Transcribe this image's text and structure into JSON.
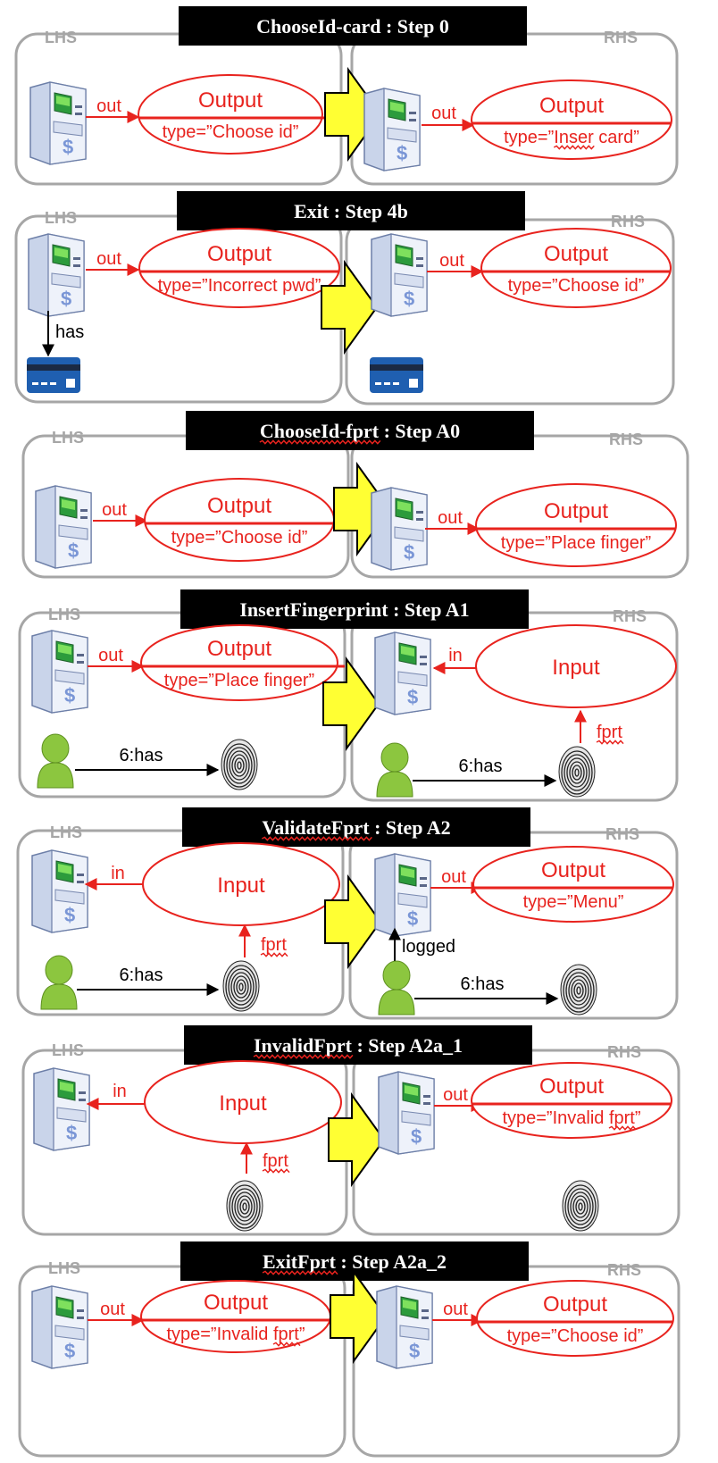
{
  "labels": {
    "lhs": "LHS",
    "rhs": "RHS"
  },
  "colors": {
    "red": "#e8231e",
    "panel_border": "#a6a6a6",
    "arrow_fill": "#ffff33",
    "header_bg": "#000000",
    "person": "#8cc63f",
    "card": "#1f5fb0"
  },
  "rules": [
    {
      "id": "r0",
      "title_parts": [
        {
          "text": "ChooseId-card",
          "squiggle": false
        },
        {
          "text": " : Step 0",
          "squiggle": false
        }
      ],
      "lhs": {
        "output": {
          "title": "Output",
          "type": "type=”Choose id”"
        },
        "edge": "out"
      },
      "rhs": {
        "output": {
          "title": "Output",
          "type_parts": [
            {
              "text": "type=”",
              "squiggle": false
            },
            {
              "text": "Inser",
              "squiggle": true
            },
            {
              "text": " card”",
              "squiggle": false
            }
          ]
        },
        "edge": "out"
      }
    },
    {
      "id": "r1",
      "title_parts": [
        {
          "text": "Exit : Step 4b",
          "squiggle": false
        }
      ],
      "lhs": {
        "output": {
          "title": "Output",
          "type": "type=”Incorrect pwd”"
        },
        "edge": "out",
        "has": "has"
      },
      "rhs": {
        "output": {
          "title": "Output",
          "type": "type=”Choose id”"
        },
        "edge": "out"
      }
    },
    {
      "id": "r2",
      "title_parts": [
        {
          "text": "ChooseId-fprt",
          "squiggle": true
        },
        {
          "text": " : Step A0",
          "squiggle": false
        }
      ],
      "lhs": {
        "output": {
          "title": "Output",
          "type": "type=”Choose id”"
        },
        "edge": "out"
      },
      "rhs": {
        "output": {
          "title": "Output",
          "type": "type=”Place finger”"
        },
        "edge": "out"
      }
    },
    {
      "id": "r3",
      "title_parts": [
        {
          "text": "InsertFingerprint : Step A1",
          "squiggle": false
        }
      ],
      "lhs": {
        "output": {
          "title": "Output",
          "type": "type=”Place finger”"
        },
        "edge": "out",
        "has": "6:has"
      },
      "rhs": {
        "input": "Input",
        "edge": "in",
        "fprt": "fprt",
        "has": "6:has"
      }
    },
    {
      "id": "r4",
      "title_parts": [
        {
          "text": "ValidateFprt",
          "squiggle": true
        },
        {
          "text": " : Step A2",
          "squiggle": false
        }
      ],
      "lhs": {
        "input": "Input",
        "edge": "in",
        "fprt": "fprt",
        "has": "6:has"
      },
      "rhs": {
        "output": {
          "title": "Output",
          "type": "type=”Menu”"
        },
        "edge": "out",
        "logged": "logged",
        "has": "6:has"
      }
    },
    {
      "id": "r5",
      "title_parts": [
        {
          "text": "InvalidFprt",
          "squiggle": true
        },
        {
          "text": " : Step A2a_1",
          "squiggle": false
        }
      ],
      "lhs": {
        "input": "Input",
        "edge": "in",
        "fprt": "fprt"
      },
      "rhs": {
        "output": {
          "title": "Output",
          "type_parts": [
            {
              "text": "type=”Invalid ",
              "squiggle": false
            },
            {
              "text": "fprt",
              "squiggle": true
            },
            {
              "text": "”",
              "squiggle": false
            }
          ]
        },
        "edge": "out"
      }
    },
    {
      "id": "r6",
      "title_parts": [
        {
          "text": "ExitFprt",
          "squiggle": true
        },
        {
          "text": " : Step A2a_2",
          "squiggle": false
        }
      ],
      "lhs": {
        "output": {
          "title": "Output",
          "type_parts": [
            {
              "text": "type=”Invalid ",
              "squiggle": false
            },
            {
              "text": "fprt",
              "squiggle": true
            },
            {
              "text": "”",
              "squiggle": false
            }
          ]
        },
        "edge": "out"
      },
      "rhs": {
        "output": {
          "title": "Output",
          "type": "type=”Choose id”"
        },
        "edge": "out"
      }
    }
  ]
}
